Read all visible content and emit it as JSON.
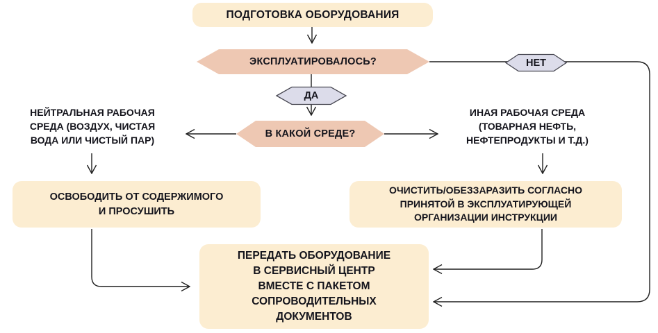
{
  "diagram_title": "ПОДГОТОВКА ОБОРУДОВАНИЯ",
  "nodes": {
    "start": {
      "label": "ПОДГОТОВКА ОБОРУДОВАНИЯ",
      "type": "process"
    },
    "q_operated": {
      "label": "ЭКСПЛУАТИРОВАЛОСЬ?",
      "type": "question"
    },
    "yes_tag": {
      "label": "ДА",
      "type": "answer-tag"
    },
    "no_tag": {
      "label": "НЕТ",
      "type": "answer-tag"
    },
    "q_medium": {
      "label": "В КАКОЙ СРЕДЕ?",
      "type": "question"
    },
    "neutral_medium": {
      "label": "НЕЙТРАЛЬНАЯ РАБОЧАЯ\nСРЕДА (ВОЗДУХ, ЧИСТАЯ\nВОДА ИЛИ ЧИСТЫЙ ПАР)",
      "type": "text"
    },
    "other_medium": {
      "label": "ИНАЯ РАБОЧАЯ СРЕДА\n(ТОВАРНАЯ НЕФТЬ,\nНЕФТЕПРОДУКТЫ И Т.Д.)",
      "type": "text"
    },
    "empty_and_dry": {
      "label": "ОСВОБОДИТЬ ОТ СОДЕРЖИМОГО\nИ ПРОСУШИТЬ",
      "type": "process"
    },
    "clean_disinfect": {
      "label": "ОЧИСТИТЬ/ОБЕЗЗАРАЗИТЬ СОГЛАСНО\nПРИНЯТОЙ В ЭКСПЛУАТИРУЮЩЕЙ\nОРГАНИЗАЦИИ ИНСТРУКЦИИ",
      "type": "process"
    },
    "transfer": {
      "label": "ПЕРЕДАТЬ ОБОРУДОВАНИЕ\nВ СЕРВИСНЫЙ ЦЕНТР\nВМЕСТЕ С ПАКЕТОМ\nСОПРОВОДИТЕЛЬНЫХ\nДОКУМЕНТОВ",
      "type": "process"
    }
  },
  "colors": {
    "process_fill": "#fcedd1",
    "question_fill": "#eec8b3",
    "tag_fill": "#dcdcea",
    "tag_border": "#45454f",
    "text": "#14141c",
    "line": "#1f1f1f",
    "bg": "#ffffff"
  }
}
